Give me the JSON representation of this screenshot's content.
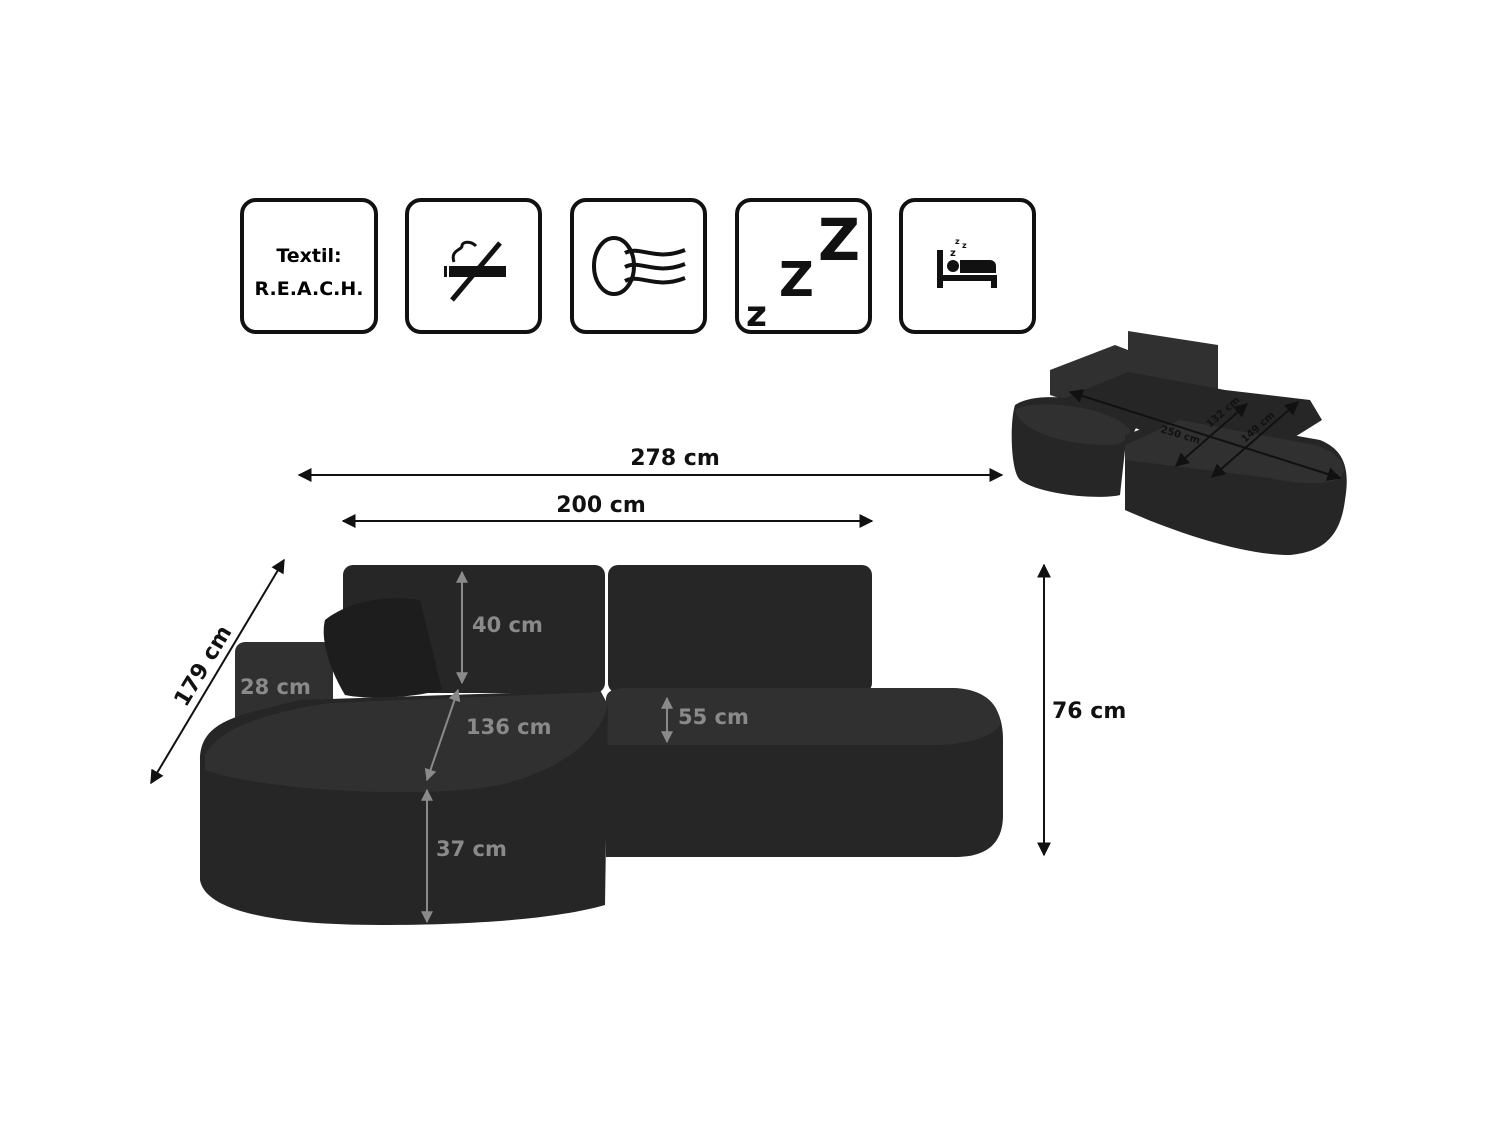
{
  "feature_icons": [
    {
      "icon": "textile-reach-icon",
      "line1": "Textil:",
      "line2": "R.E.A.C.H."
    },
    {
      "icon": "no-smoking-icon"
    },
    {
      "icon": "air-breathable-icon"
    },
    {
      "icon": "sleep-zzz-icon"
    },
    {
      "icon": "bed-sleep-function-icon"
    }
  ],
  "dimensions": {
    "total_width": "278 cm",
    "seat_width": "200 cm",
    "depth": "179 cm",
    "height": "76 cm",
    "backrest_height": "40 cm",
    "armrest_width": "28 cm",
    "chaise_length": "136 cm",
    "seat_depth_height": "55 cm",
    "seat_height": "37 cm"
  },
  "sleeping_area": {
    "length": "250 cm",
    "width_a": "132 cm",
    "width_b": "149 cm"
  },
  "colors": {
    "fabric": "#262626",
    "dimension_inner": "#8a8a8a",
    "dimension_outer": "#111111"
  }
}
